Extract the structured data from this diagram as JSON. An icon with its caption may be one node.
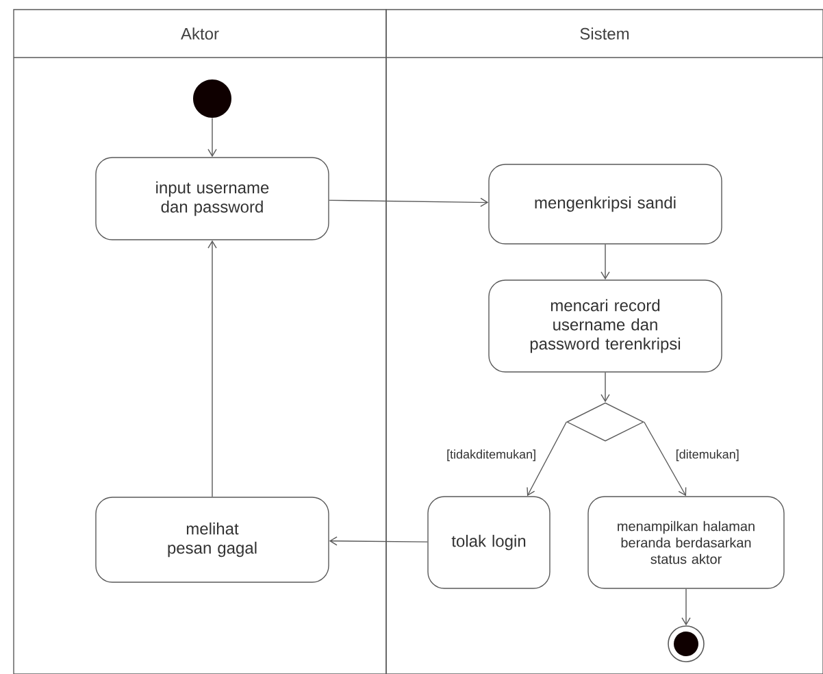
{
  "diagram": {
    "nodes": [
      {
        "text": [
          "Aktor"
        ]
      },
      {
        "text": [
          "Sistem"
        ]
      },
      {
        "text": [],
        "shape": "circle",
        "in": 0
      },
      {
        "text": [
          "input username dan password"
        ],
        "in": 0
      },
      {
        "text": [
          "mengenkripsi sandi"
        ],
        "in": 1
      },
      {
        "text": [
          "mencari record username dan password terenkripsi"
        ],
        "in": 1
      },
      {
        "text": [],
        "shape": "diamond",
        "in": 1
      },
      {
        "text": [
          "melihat pesan gagal"
        ],
        "in": 0
      },
      {
        "text": [
          "tolak login"
        ],
        "in": 1
      },
      {
        "text": [
          "menampilkan halaman beranda berdasarkan status aktor"
        ],
        "in": 1
      },
      {
        "text": [],
        "shape": "circle",
        "in": 1
      }
    ],
    "edges": [
      {
        "from": 2,
        "to": 3,
        "arrow": "to"
      },
      {
        "from": 3,
        "to": 4,
        "arrow": "to"
      },
      {
        "from": 4,
        "to": 5,
        "arrow": "to"
      },
      {
        "from": 5,
        "to": 6,
        "arrow": "to"
      },
      {
        "from": 6,
        "to": 8,
        "arrow": "to",
        "label": "[tidakditemukan]"
      },
      {
        "from": 6,
        "to": 9,
        "arrow": "to",
        "label": "[ditemukan]"
      },
      {
        "from": 9,
        "to": 10,
        "arrow": "to"
      },
      {
        "from": 8,
        "to": 7,
        "arrow": "to"
      },
      {
        "from": 7,
        "to": 3,
        "arrow": "to"
      }
    ]
  }
}
